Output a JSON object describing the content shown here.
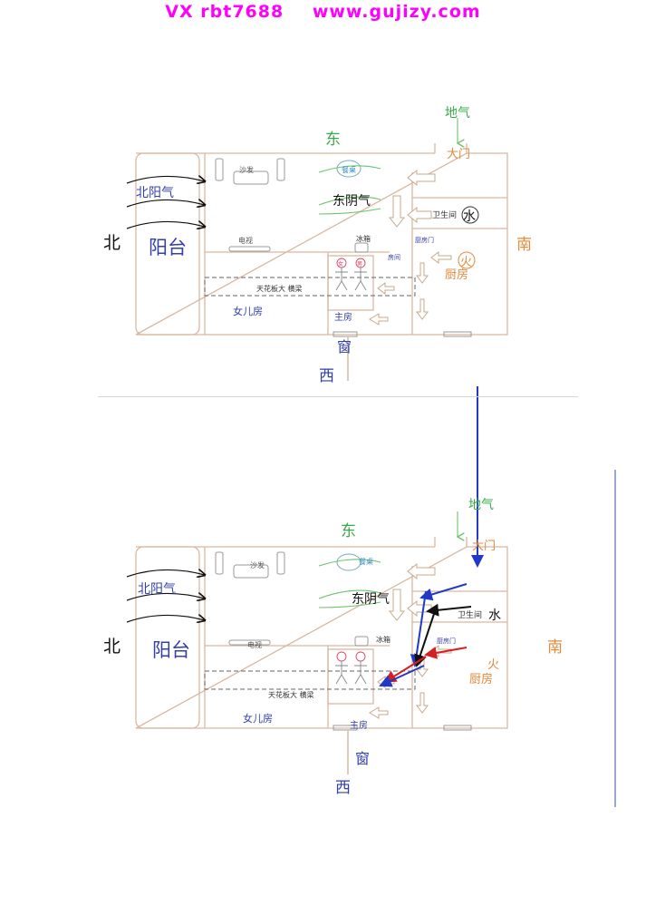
{
  "header": {
    "left": "VX rbt7688",
    "right": "www.gujizy.com"
  },
  "labels": {
    "earth_qi": "地气",
    "east": "东",
    "main_door": "大门",
    "sofa": "沙发",
    "dining_table": "餐桌",
    "north_yang_qi": "北阳气",
    "east_yin_qi": "东阴气",
    "bathroom": "卫生间",
    "water": "水",
    "north": "北",
    "balcony": "阳台",
    "tv": "电视",
    "fridge": "冰箱",
    "kitchen_door": "厨房门",
    "room_door": "房间",
    "south": "南",
    "fire": "火",
    "kitchen": "厨房",
    "female": "女",
    "male": "男",
    "beam": "天花板大 横梁",
    "daughter_room": "女儿房",
    "master_room": "主房",
    "window": "窗",
    "west": "西"
  },
  "colors": {
    "magenta": "#ff00ff",
    "green": "#3aa84a",
    "orange": "#e08a3c",
    "blue": "#3340a8",
    "wall": "#d9b8a0",
    "red": "#d42020"
  }
}
